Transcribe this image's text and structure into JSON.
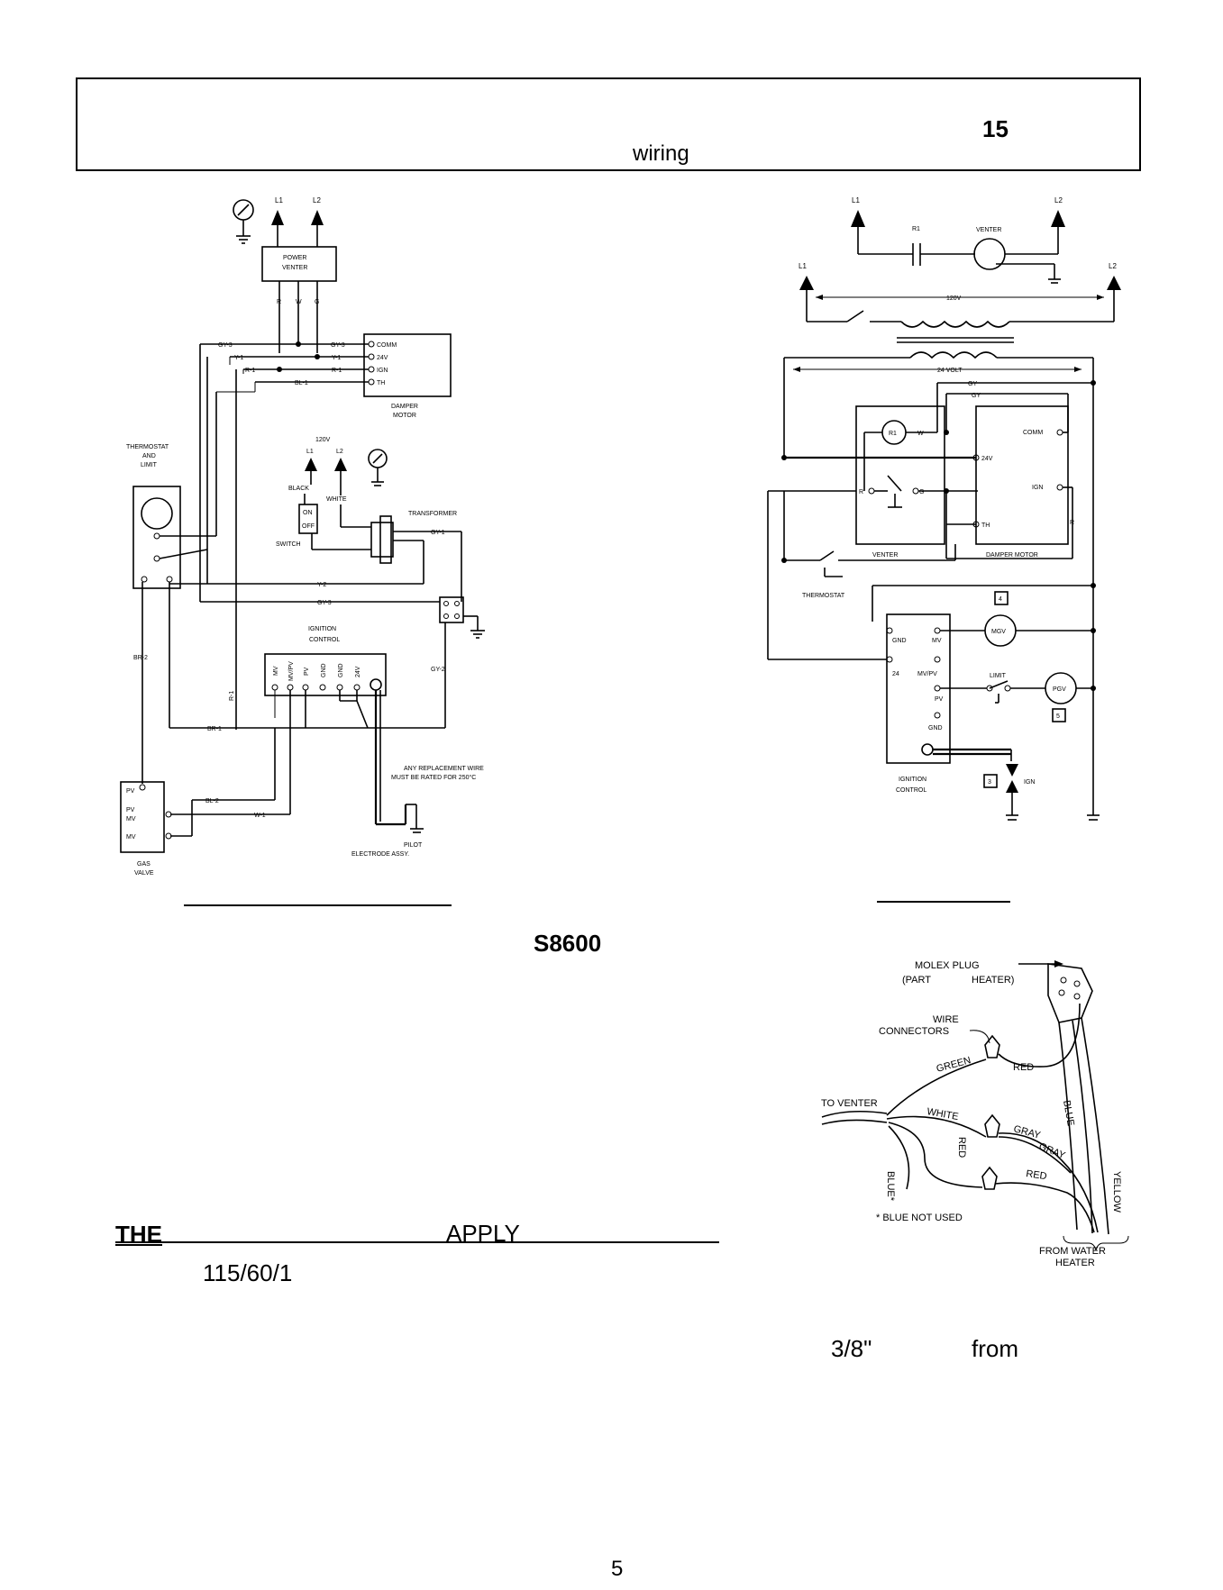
{
  "header": {
    "number": "15",
    "word": "wiring"
  },
  "left_diagram": {
    "power_venter": [
      "POWER",
      "VENTER"
    ],
    "venter_pins": [
      "R",
      "W",
      "G"
    ],
    "lines": [
      "L1",
      "L2"
    ],
    "damper_terminals": [
      "COMM",
      "24V",
      "IGN",
      "TH"
    ],
    "damper_label": [
      "DAMPER",
      "MOTOR"
    ],
    "wires": {
      "gy3a": "GY-3",
      "gy3b": "GY-3",
      "y1a": "Y-1",
      "y1b": "Y-1",
      "r1a": "R-1",
      "r1b": "R-1",
      "bl1": "BL-1",
      "y2": "Y-2",
      "gy3c": "GY-3",
      "gy1": "GY-1",
      "gy2": "GY-2",
      "br2": "BR-2",
      "br1": "BR-1",
      "r1v": "R-1",
      "bl2": "BL-2",
      "w1": "W-1"
    },
    "thermostat": [
      "THERMOSTAT",
      "AND",
      "LIMIT"
    ],
    "supply": {
      "volts": "120V",
      "l1": "L1",
      "l2": "L2",
      "black": "BLACK",
      "white": "WHITE"
    },
    "switch": {
      "on": "ON",
      "off": "OFF",
      "label": "SWITCH"
    },
    "transformer": "TRANSFORMER",
    "ignition": [
      "IGNITION",
      "CONTROL"
    ],
    "ign_terminals": [
      "MV",
      "MV/PV",
      "PV",
      "GND",
      "GND",
      "24V"
    ],
    "note": [
      "ANY REPLACEMENT WIRE",
      "MUST BE RATED FOR 250°C"
    ],
    "gas_valve_terminals": [
      "PV",
      "PV",
      "MV",
      "MV"
    ],
    "gas_valve": [
      "GAS",
      "VALVE"
    ],
    "pilot": [
      "PILOT",
      "ELECTRODE ASSY."
    ]
  },
  "right_diagram": {
    "lines": [
      "L1",
      "L2",
      "L1",
      "L2"
    ],
    "r1": "R1",
    "venter": "VENTER",
    "v120": "120V",
    "v24": "24 VOLT",
    "gy": [
      "GY",
      "GY"
    ],
    "relay": "R1",
    "relay_pins": [
      "W",
      "R",
      "G"
    ],
    "damper_terminals": [
      "COMM",
      "24V",
      "IGN",
      "TH"
    ],
    "r_wire": "R",
    "venter_box": "VENTER",
    "damper_box": "DAMPER MOTOR",
    "thermostat": "THERMOSTAT",
    "callouts": [
      "4",
      "5",
      "3"
    ],
    "ign_terminals": [
      "GND",
      "MV",
      "24",
      "MV/PV",
      "PV",
      "GND"
    ],
    "mgv": "MGV",
    "limit": "LIMIT",
    "pgv": "PGV",
    "ign": "IGN",
    "ignition": [
      "IGNITION",
      "CONTROL"
    ]
  },
  "plug_diagram": {
    "molex": "MOLEX PLUG",
    "part": "(PART",
    "heater": "HEATER)",
    "wire": "WIRE",
    "connectors": "CONNECTORS",
    "to_venter": "TO VENTER",
    "colors": {
      "green": "GREEN",
      "red1": "RED",
      "white": "WHITE",
      "gray1": "GRAY",
      "gray2": "GRAY",
      "red2": "RED",
      "red3": "RED",
      "blue1": "BLUE",
      "blue2": "BLUE*",
      "yellow": "YELLOW"
    },
    "note": "* BLUE NOT USED",
    "from": [
      "FROM WATER",
      "HEATER"
    ]
  },
  "fragments": {
    "s8600": "S8600",
    "the": "THE",
    "apply": "APPLY",
    "spec": "115/60/1",
    "size": "3/8\"",
    "from": "from"
  },
  "page_number": "5"
}
